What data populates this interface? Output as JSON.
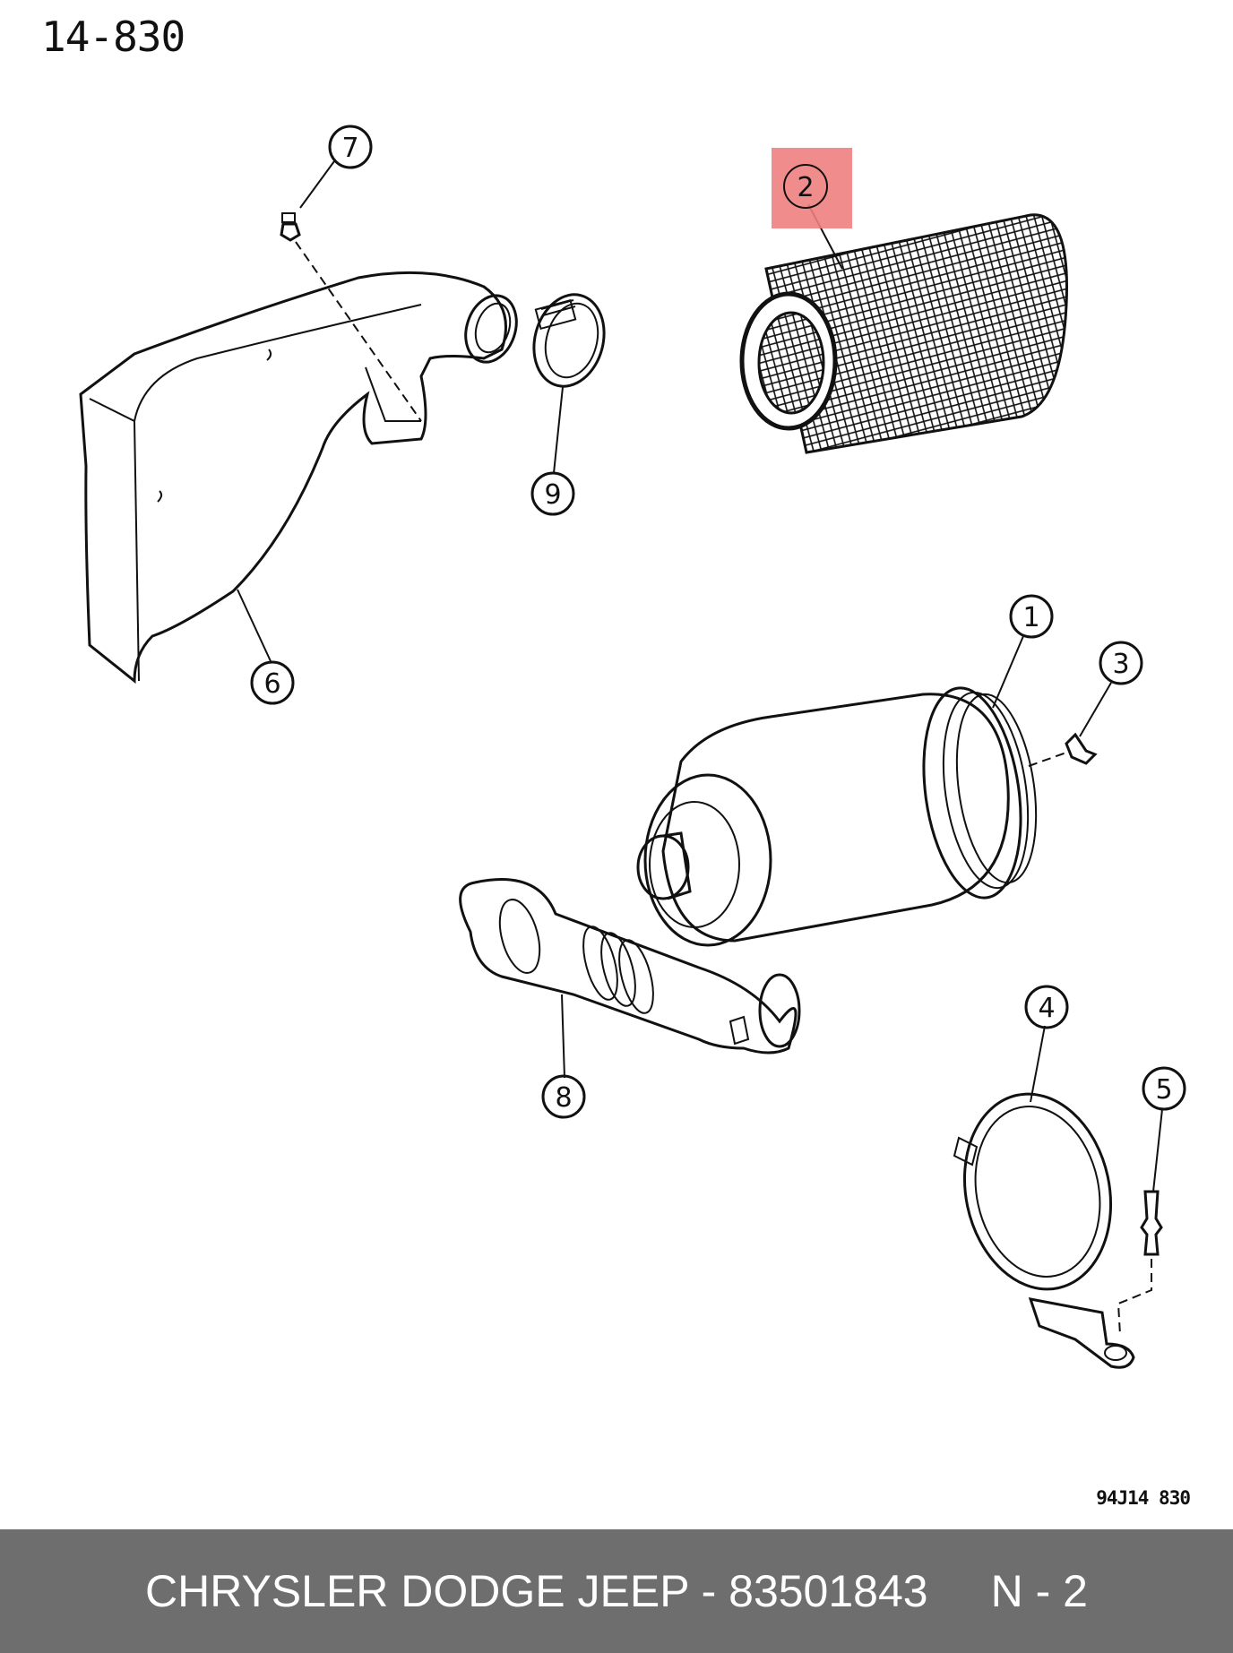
{
  "header": {
    "page_code": "14-830"
  },
  "figure_code": "94J14 830",
  "callouts": [
    {
      "id": "callout-1",
      "label": "1",
      "part": "air-cleaner-housing"
    },
    {
      "id": "callout-2",
      "label": "2",
      "part": "air-filter-element",
      "highlighted": true
    },
    {
      "id": "callout-3",
      "label": "3",
      "part": "clip"
    },
    {
      "id": "callout-4",
      "label": "4",
      "part": "mounting-strap"
    },
    {
      "id": "callout-5",
      "label": "5",
      "part": "push-pin"
    },
    {
      "id": "callout-6",
      "label": "6",
      "part": "intake-duct"
    },
    {
      "id": "callout-7",
      "label": "7",
      "part": "nut"
    },
    {
      "id": "callout-8",
      "label": "8",
      "part": "outlet-hose"
    },
    {
      "id": "callout-9",
      "label": "9",
      "part": "hose-clamp"
    }
  ],
  "colors": {
    "highlight": "#f08080",
    "footer_bg": "#6e6e6e",
    "footer_text": "#ffffff"
  },
  "footer": {
    "part_info": "CHRYSLER DODGE JEEP - 83501843",
    "position": "N - 2"
  }
}
